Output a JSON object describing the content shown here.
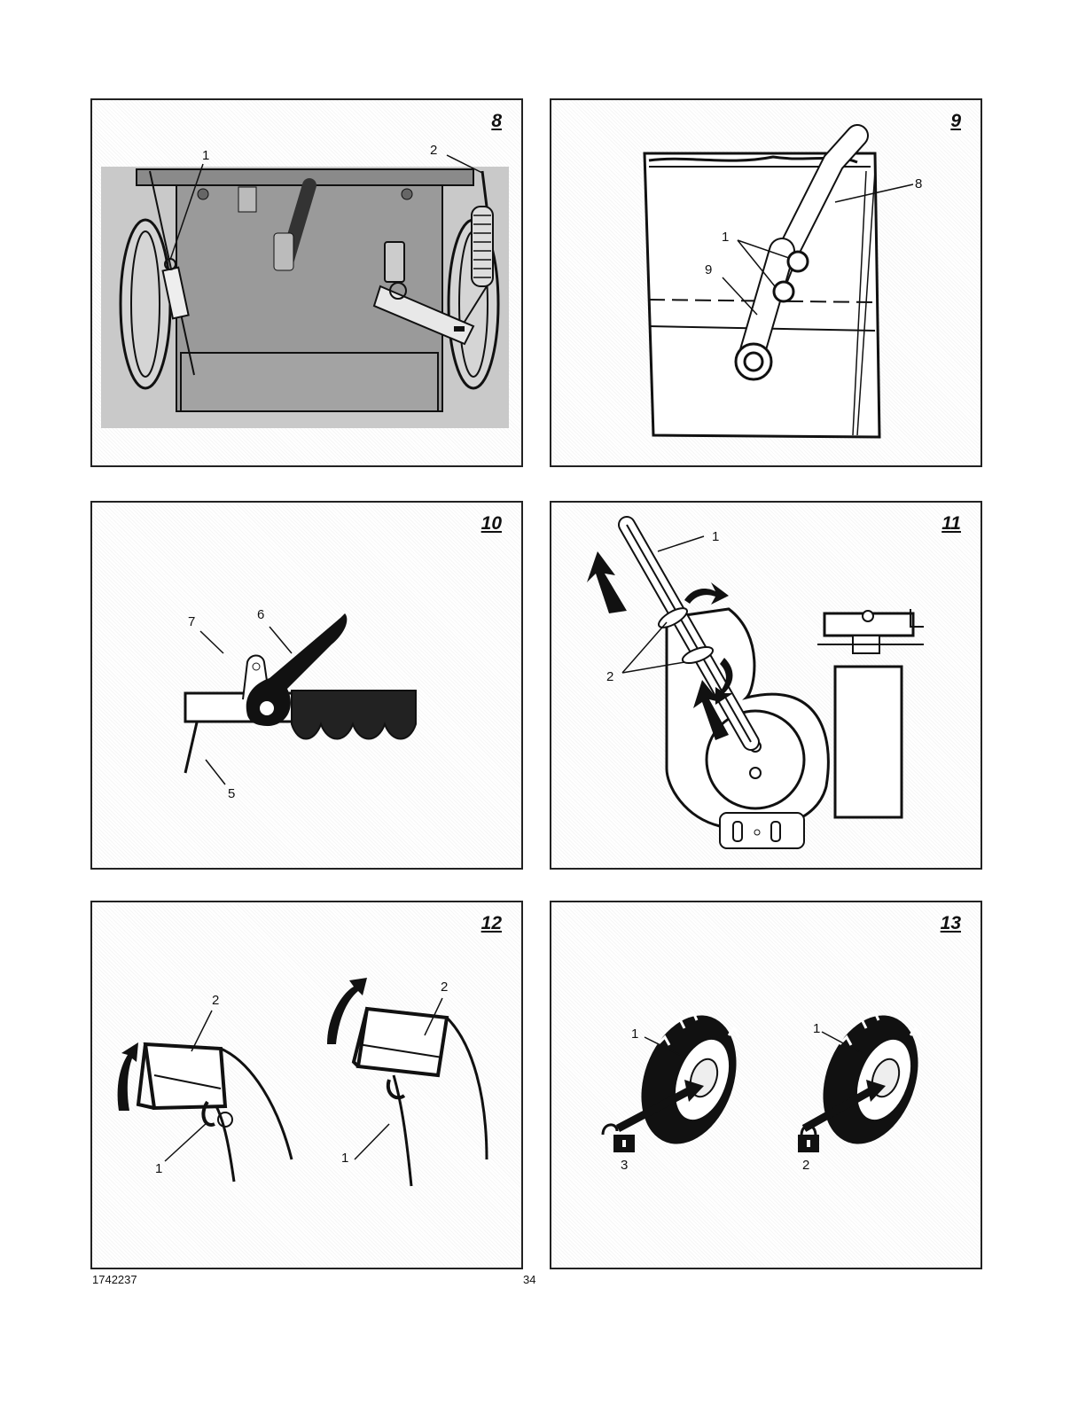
{
  "document": {
    "id": "1742237",
    "page_number": "34"
  },
  "figures": [
    {
      "number": "8",
      "callouts": [
        "1",
        "2"
      ]
    },
    {
      "number": "9",
      "callouts": [
        "8",
        "1",
        "9"
      ]
    },
    {
      "number": "10",
      "callouts": [
        "7",
        "6",
        "5"
      ]
    },
    {
      "number": "11",
      "callouts": [
        "1",
        "2"
      ]
    },
    {
      "number": "12",
      "callouts": [
        "2",
        "1",
        "2",
        "1"
      ]
    },
    {
      "number": "13",
      "callouts": [
        "1",
        "3",
        "1",
        "2"
      ]
    }
  ],
  "icons": [
    "unlock-icon",
    "lock-icon",
    "arrow-icon"
  ]
}
